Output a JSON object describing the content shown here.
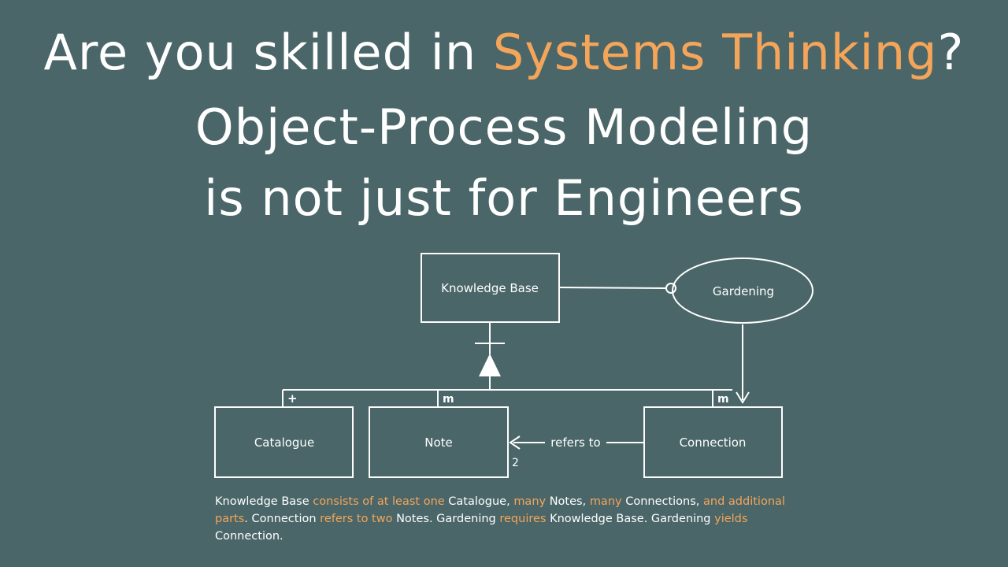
{
  "title": {
    "line1_prefix": "Are you skilled in ",
    "line1_accent": "Systems Thinking",
    "line1_suffix": "?",
    "line2": "Object-Process Modeling",
    "line3": "is not just for Engineers"
  },
  "diagram": {
    "nodes": {
      "knowledge_base": "Knowledge Base",
      "gardening": "Gardening",
      "catalogue": "Catalogue",
      "note": "Note",
      "connection": "Connection"
    },
    "multiplicities": {
      "catalogue": "+",
      "note": "m",
      "connection": "m",
      "note_ref": "2"
    },
    "edge_label": "refers to"
  },
  "caption": [
    {
      "text": "Knowledge Base ",
      "highlight": false
    },
    {
      "text": "consists of at least one",
      "highlight": true
    },
    {
      "text": " Catalogue, ",
      "highlight": false
    },
    {
      "text": "many",
      "highlight": true
    },
    {
      "text": " Notes, ",
      "highlight": false
    },
    {
      "text": "many",
      "highlight": true
    },
    {
      "text": " Connections, ",
      "highlight": false
    },
    {
      "text": "and additional parts",
      "highlight": true
    },
    {
      "text": ". Connection ",
      "highlight": false
    },
    {
      "text": "refers to two",
      "highlight": true
    },
    {
      "text": " Notes. Gardening ",
      "highlight": false
    },
    {
      "text": "requires",
      "highlight": true
    },
    {
      "text": " Knowledge Base. Gardening ",
      "highlight": false
    },
    {
      "text": "yields",
      "highlight": true
    },
    {
      "text": " Connection.",
      "highlight": false
    }
  ],
  "colors": {
    "background": "#4a6668",
    "accent": "#f4a55a",
    "foreground": "#ffffff"
  }
}
